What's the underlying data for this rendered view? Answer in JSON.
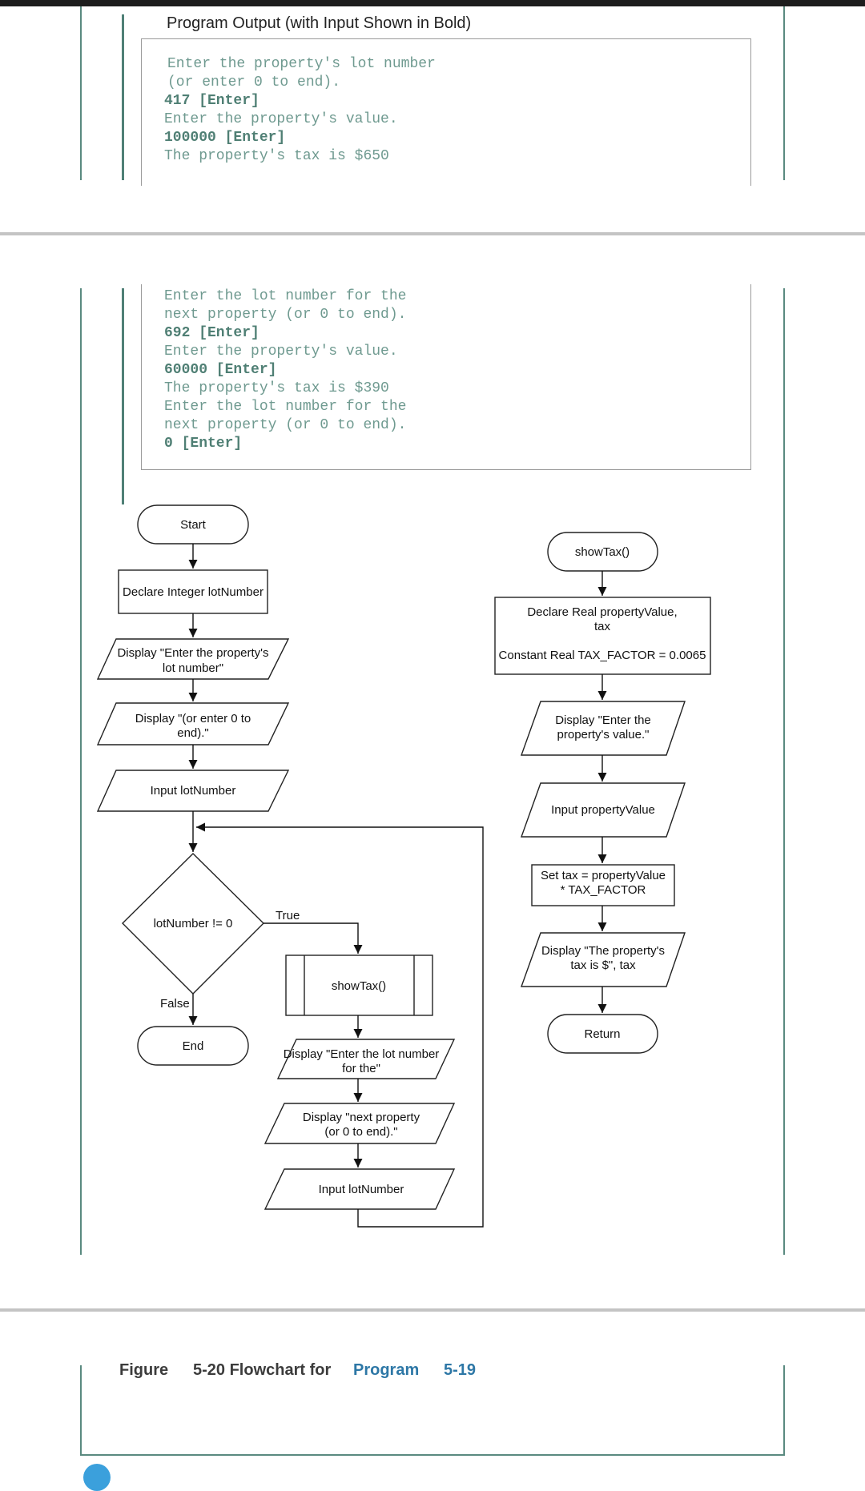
{
  "program_output": {
    "title": "Program Output (with Input Shown in Bold)",
    "lines_top": [
      {
        "text": "Enter the property's lot number",
        "bold": false
      },
      {
        "text": "(or enter 0 to end).",
        "bold": false
      },
      {
        "text": "417 [Enter]",
        "bold": true
      },
      {
        "text": "Enter the property's value.",
        "bold": false
      },
      {
        "text": "100000 [Enter]",
        "bold": true
      },
      {
        "text": "The property's tax is $650",
        "bold": false
      }
    ],
    "lines_bottom": [
      {
        "text": "Enter the lot number for the",
        "bold": false
      },
      {
        "text": "next property (or 0 to end).",
        "bold": false
      },
      {
        "text": "692 [Enter]",
        "bold": true
      },
      {
        "text": "Enter the property's value.",
        "bold": false
      },
      {
        "text": "60000 [Enter]",
        "bold": true
      },
      {
        "text": "The property's tax is $390",
        "bold": false
      },
      {
        "text": "Enter the lot number for the",
        "bold": false
      },
      {
        "text": "next property (or 0 to end).",
        "bold": false
      },
      {
        "text": "0 [Enter]",
        "bold": true
      }
    ]
  },
  "flowchart": {
    "main": {
      "start": "Start",
      "declare": "Declare Integer lotNumber",
      "display1": [
        "Display \"Enter the property's",
        "lot number\""
      ],
      "display2": [
        "Display \"(or enter 0 to",
        "end).\""
      ],
      "input1": "Input lotNumber",
      "decision": "lotNumber != 0",
      "true_label": "True",
      "false_label": "False",
      "end": "End",
      "call": "showTax()",
      "display3": [
        "Display \"Enter the lot number",
        "for the\""
      ],
      "display4": [
        "Display \"next property",
        "(or 0 to end).\""
      ],
      "input2": "Input lotNumber"
    },
    "module": {
      "start": "showTax()",
      "declare": [
        "Declare Real propertyValue,",
        "tax",
        "Constant Real TAX_FACTOR = 0.0065"
      ],
      "display1": [
        "Display \"Enter the",
        "property's value.\""
      ],
      "input": "Input propertyValue",
      "set": [
        "Set tax = propertyValue",
        "* TAX_FACTOR"
      ],
      "display2": [
        "Display \"The property's",
        "tax is $\", tax"
      ],
      "return": "Return"
    }
  },
  "caption": {
    "figure": "Figure",
    "number": "5-20 Flowchart for",
    "program": "Program",
    "program_number": "5-19"
  }
}
